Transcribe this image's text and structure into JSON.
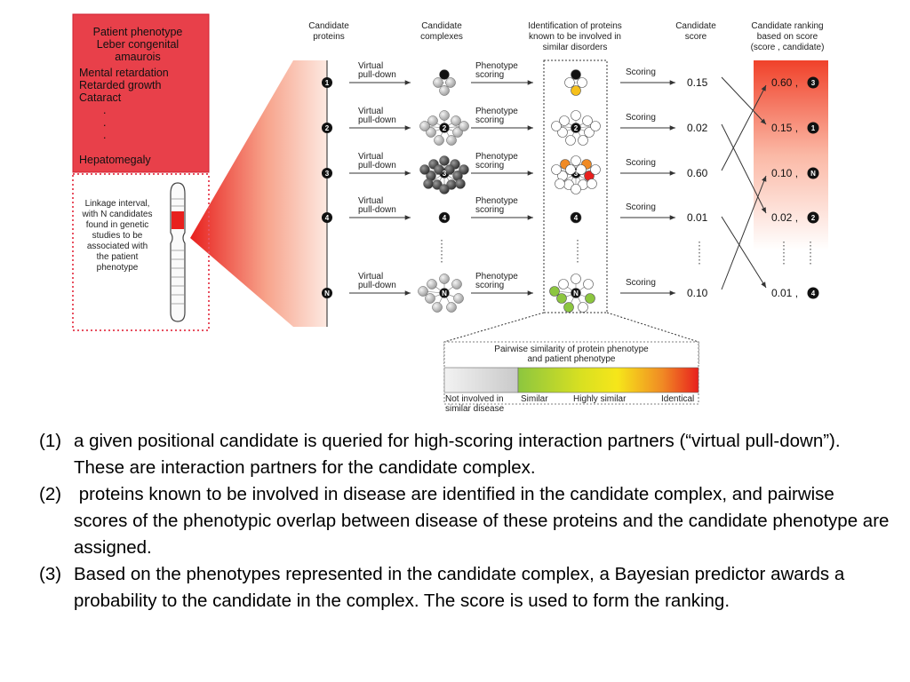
{
  "headers": {
    "candidate_proteins": [
      "Candidate",
      "proteins"
    ],
    "candidate_complexes": [
      "Candidate",
      "complexes"
    ],
    "identification": [
      "Identification of proteins",
      "known to be involved in",
      "similar disorders"
    ],
    "candidate_score": [
      "Candidate",
      "score"
    ],
    "ranking": [
      "Candidate ranking",
      "based on score",
      "(score , candidate)"
    ]
  },
  "phenotype_box": {
    "title": [
      "Patient phenotype",
      "Leber congenital",
      "amaurois"
    ],
    "traits": [
      "Mental retardation",
      "Retarded growth",
      "Cataract"
    ],
    "dots": [
      ".",
      ".",
      "."
    ],
    "last": "Hepatomegaly"
  },
  "linkage_text": [
    "Linkage interval,",
    "with N candidates",
    "found in genetic",
    "studies to be",
    "associated with",
    "the patient",
    "phenotype"
  ],
  "rows": [
    {
      "id": "1",
      "pulldown": [
        "Virtual",
        "pull-down"
      ],
      "pheno": [
        "Phenotype",
        "scoring"
      ],
      "scoring": "Scoring",
      "score": "0.15"
    },
    {
      "id": "2",
      "pulldown": [
        "Virtual",
        "pull-down"
      ],
      "pheno": [
        "Phenotype",
        "scoring"
      ],
      "scoring": "Scoring",
      "score": "0.02"
    },
    {
      "id": "3",
      "pulldown": [
        "Virtual",
        "pull-down"
      ],
      "pheno": [
        "Phenotype",
        "scoring"
      ],
      "scoring": "Scoring",
      "score": "0.60"
    },
    {
      "id": "4",
      "pulldown": [
        "Virtual",
        "pull-down"
      ],
      "pheno": [
        "Phenotype",
        "scoring"
      ],
      "scoring": "Scoring",
      "score": "0.01"
    },
    {
      "id": "N",
      "pulldown": [
        "Virtual",
        "pull-down"
      ],
      "pheno": [
        "Phenotype",
        "scoring"
      ],
      "scoring": "Scoring",
      "score": "0.10"
    }
  ],
  "ranking": [
    {
      "score": "0.60 ,",
      "id": "3"
    },
    {
      "score": "0.15 ,",
      "id": "1"
    },
    {
      "score": "0.10 ,",
      "id": "N"
    },
    {
      "score": "0.02 ,",
      "id": "2"
    },
    {
      "score": "0.01 ,",
      "id": "4"
    }
  ],
  "legend": {
    "title": [
      "Pairwise similarity of protein phenotype",
      "and patient phenotype"
    ],
    "not_involved": [
      "Not involved in",
      "similar disease"
    ],
    "similar": "Similar",
    "highly_similar": "Highly similar",
    "identical": "Identical"
  },
  "colors": {
    "phenotype_box": "#e8404a",
    "highlight_red": "#e8201e",
    "ranking_gradient_top": "#f0412a",
    "legend_green": "#8cc63f",
    "legend_yellow": "#f6e61a",
    "legend_orange": "#f08a24"
  },
  "paragraphs": [
    {
      "num": "(1)",
      "text": "a given positional candidate is queried for high-scoring interaction partners (“virtual pull-down”). These are interaction partners for the candidate complex."
    },
    {
      "num": "(2)",
      "text": " proteins known to be involved in disease are identified in the candidate complex, and pairwise scores of the phenotypic overlap between disease of these proteins and the candidate phenotype are assigned."
    },
    {
      "num": "(3)",
      "text": "Based on the phenotypes represented in the candidate complex, a Bayesian predictor awards a probability to the candidate in the complex. The score is used to form the ranking."
    }
  ]
}
